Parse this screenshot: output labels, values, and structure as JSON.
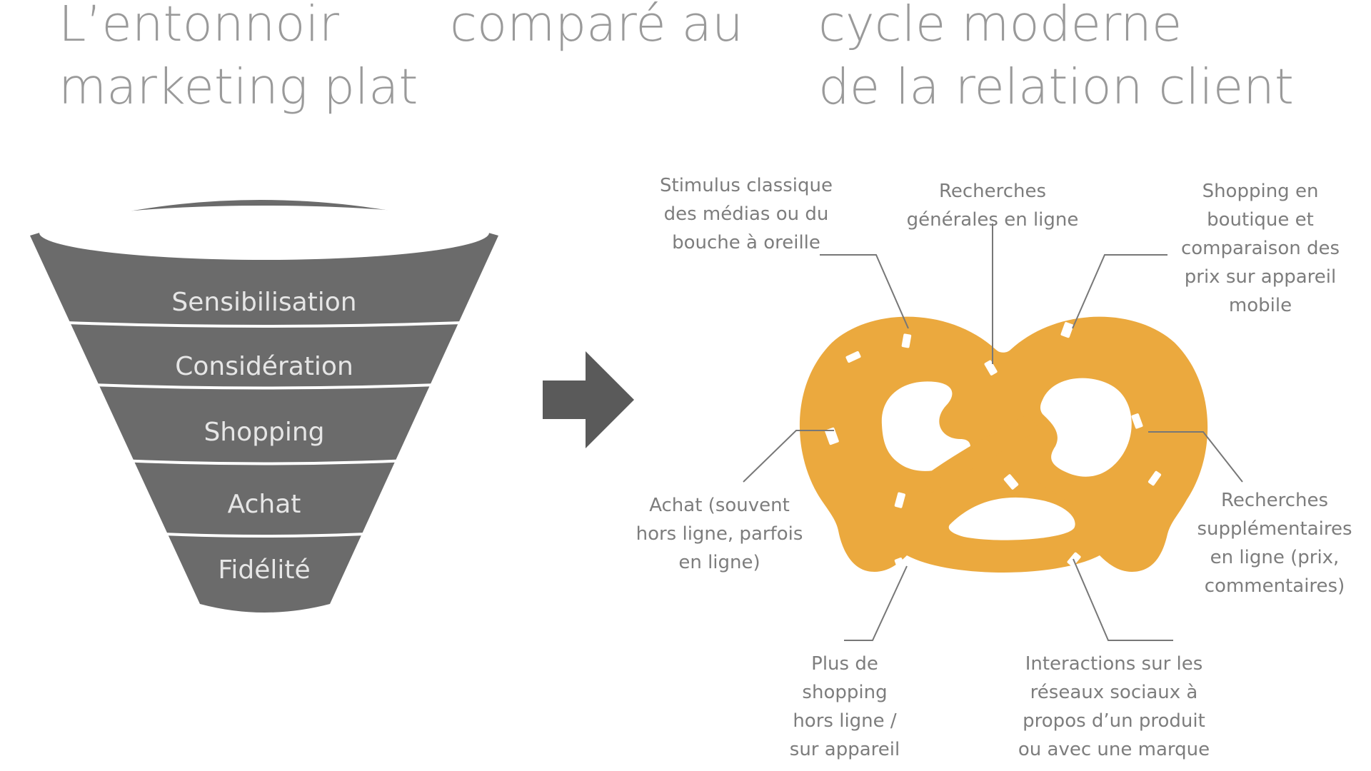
{
  "titles": {
    "left": [
      "L’entonnoir",
      "marketing plat"
    ],
    "middle": [
      "comparé au"
    ],
    "right": [
      "cycle moderne",
      "de la relation client"
    ]
  },
  "funnel": {
    "color": "#6b6b6b",
    "stages": [
      "Sensibilisation",
      "Considération",
      "Shopping",
      "Achat",
      "Fidélité"
    ]
  },
  "arrow": {
    "color": "#5a5a5a"
  },
  "pretzel": {
    "color": "#eba93e"
  },
  "callouts": {
    "stimulus": [
      "Stimulus classique",
      "des médias ou du",
      "bouche à oreille"
    ],
    "recherches": [
      "Recherches",
      "générales en ligne"
    ],
    "shopping_boutique": [
      "Shopping en",
      "boutique et",
      "comparaison des",
      "prix sur appareil",
      "mobile"
    ],
    "achat": [
      "Achat (souvent",
      "hors ligne, parfois",
      "en ligne)"
    ],
    "supplementaires": [
      "Recherches",
      "supplémentaires",
      "en ligne (prix,",
      "commentaires)"
    ],
    "plus_shopping": [
      "Plus de",
      "shopping",
      "hors ligne /",
      "sur appareil"
    ],
    "interactions": [
      "Interactions sur les",
      "réseaux sociaux à",
      "propos d’un produit",
      "ou avec une marque"
    ]
  }
}
